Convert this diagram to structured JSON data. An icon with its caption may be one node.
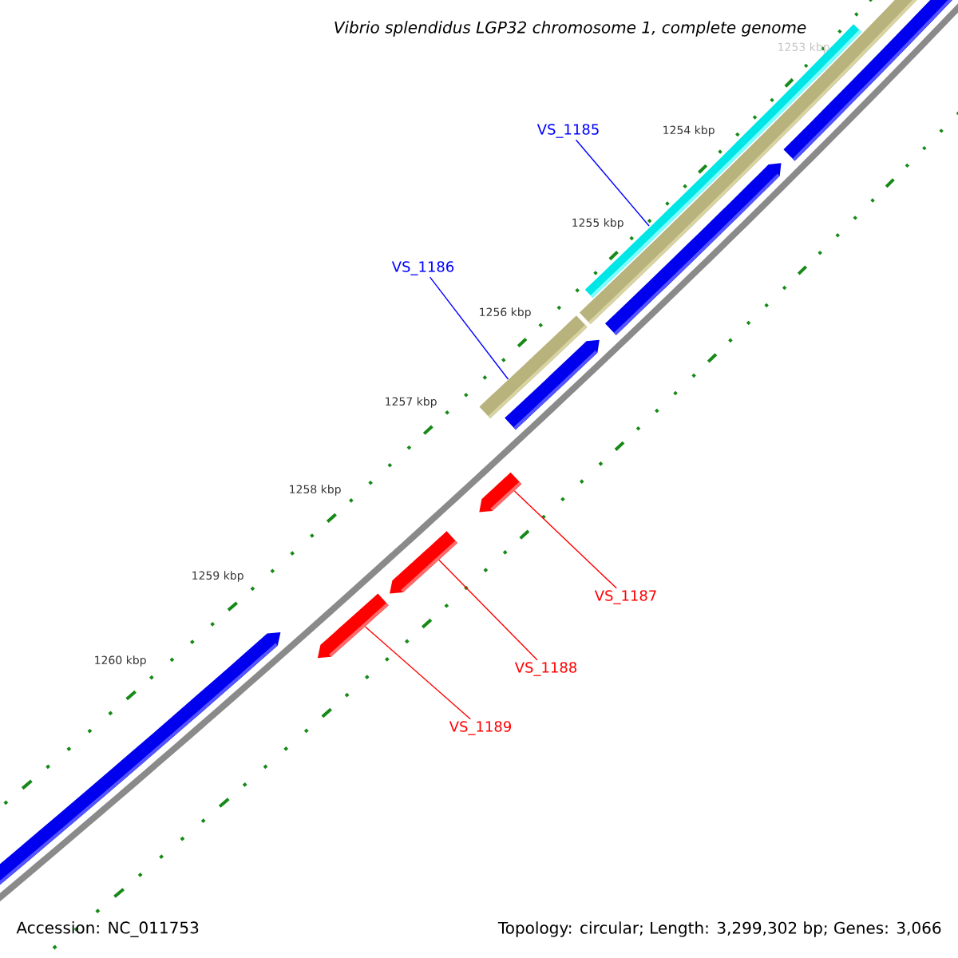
{
  "diagram": {
    "title": "Vibrio splendidus LGP32 chromosome 1, complete genome",
    "nodes": [
      {
        "text": [
          "VS_1185"
        ]
      },
      {
        "text": [
          "VS_1186"
        ]
      },
      {
        "text": [
          "VS_1187"
        ]
      },
      {
        "text": [
          "VS_1188"
        ]
      },
      {
        "text": [
          "VS_1189"
        ]
      },
      {
        "text": [],
        "shape": "bar"
      },
      {
        "text": [],
        "shape": "bar"
      },
      {
        "text": [],
        "shape": "bar"
      },
      {
        "text": [],
        "shape": "bar"
      },
      {
        "text": [],
        "shape": "bar"
      }
    ],
    "edges": [
      {
        "from": 0,
        "to": 5,
        "arrow": "none",
        "color": "#0000ff"
      },
      {
        "from": 1,
        "to": 6,
        "arrow": "none",
        "color": "#0000ff"
      },
      {
        "from": 2,
        "to": 7,
        "arrow": "none"
      },
      {
        "from": 3,
        "to": 8,
        "arrow": "none"
      },
      {
        "from": 4,
        "to": 9,
        "arrow": "none"
      }
    ],
    "labels": [
      "1253 kbp",
      "1254 kbp",
      "1255 kbp",
      "1256 kbp",
      "1257 kbp",
      "1258 kbp",
      "1259 kbp",
      "1260 kbp",
      "Accession: NC_011753",
      "Topology: circular; Length: 3,299,302 bp; Genes: 3,066"
    ]
  }
}
